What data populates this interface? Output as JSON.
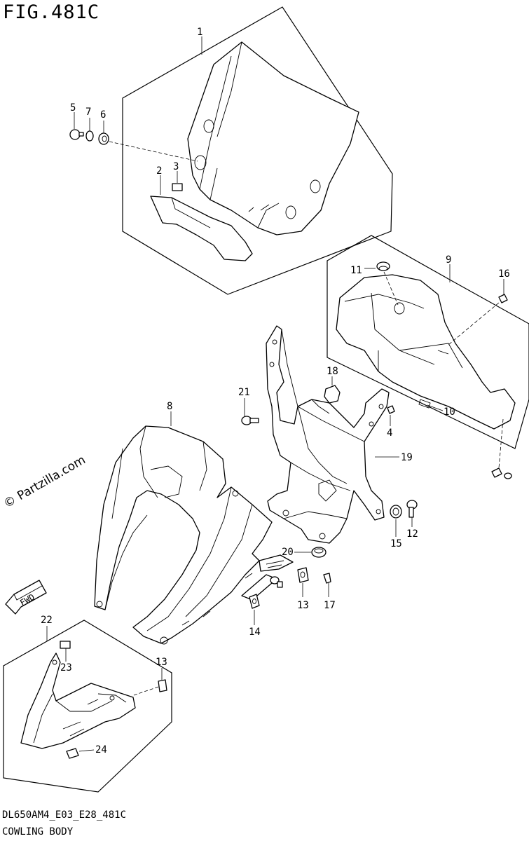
{
  "figure": {
    "title": "FIG.481C",
    "code": "DL650AM4_E03_E28_481C",
    "name": "COWLING BODY",
    "watermark": "© Partzilla.com",
    "fwd_label": "FWD"
  },
  "callouts": [
    {
      "id": "1",
      "text": "1"
    },
    {
      "id": "2",
      "text": "2"
    },
    {
      "id": "3",
      "text": "3"
    },
    {
      "id": "4",
      "text": "4"
    },
    {
      "id": "5",
      "text": "5"
    },
    {
      "id": "6",
      "text": "6"
    },
    {
      "id": "7",
      "text": "7"
    },
    {
      "id": "8",
      "text": "8"
    },
    {
      "id": "9",
      "text": "9"
    },
    {
      "id": "10",
      "text": "10"
    },
    {
      "id": "11",
      "text": "11"
    },
    {
      "id": "12",
      "text": "12"
    },
    {
      "id": "13a",
      "text": "13"
    },
    {
      "id": "13b",
      "text": "13"
    },
    {
      "id": "14",
      "text": "14"
    },
    {
      "id": "15",
      "text": "15"
    },
    {
      "id": "16",
      "text": "16"
    },
    {
      "id": "17",
      "text": "17"
    },
    {
      "id": "18",
      "text": "18"
    },
    {
      "id": "19",
      "text": "19"
    },
    {
      "id": "20",
      "text": "20"
    },
    {
      "id": "21",
      "text": "21"
    },
    {
      "id": "22",
      "text": "22"
    },
    {
      "id": "23",
      "text": "23"
    },
    {
      "id": "24",
      "text": "24"
    }
  ]
}
